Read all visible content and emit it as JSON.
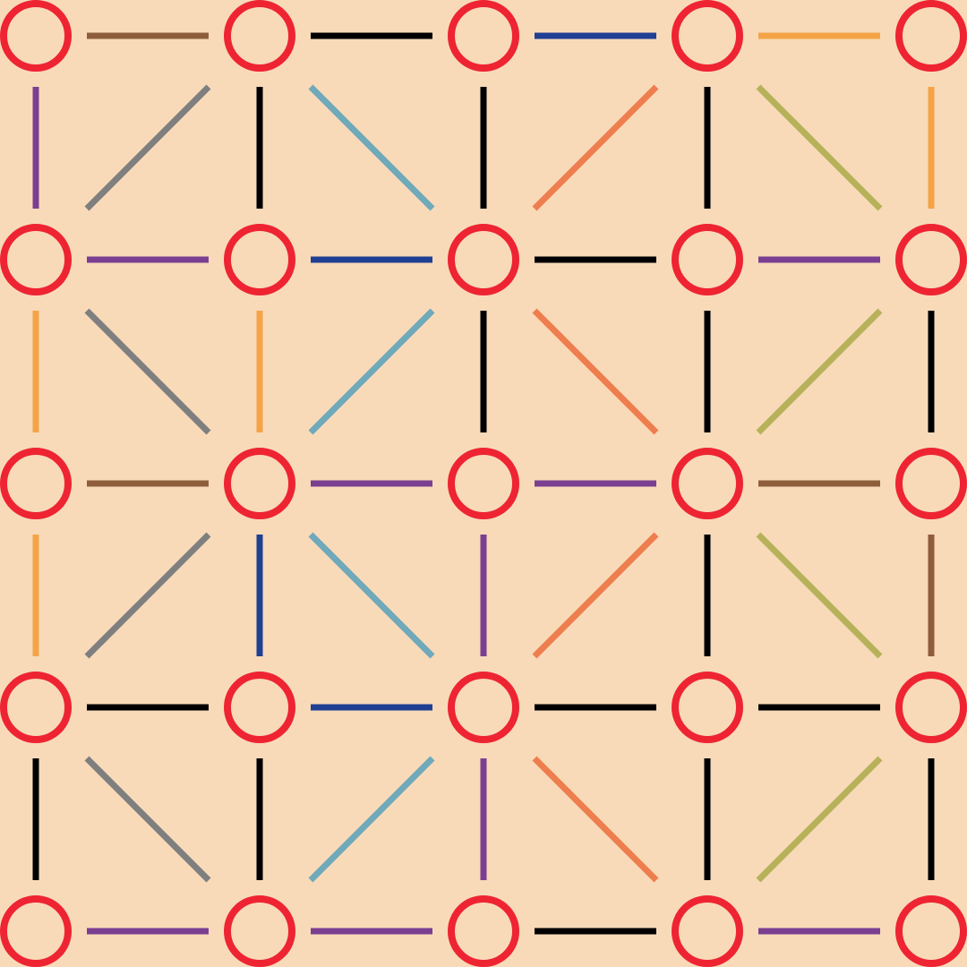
{
  "background": "#F8DAB9",
  "node_color": "#EE2433",
  "grid": {
    "rows": 5,
    "cols": 5
  },
  "palette": {
    "brown": "#8E5E3C",
    "black": "#000000",
    "blue": "#1F3F93",
    "orange": "#F4A446",
    "purple": "#7B3F91",
    "gray": "#7F7F7F",
    "teal": "#6FA9BA",
    "coral": "#EE7E4E",
    "olive": "#B7B25A"
  },
  "edges": {
    "h": [
      [
        "brown",
        "black",
        "blue",
        "orange"
      ],
      [
        "purple",
        "blue",
        "black",
        "purple"
      ],
      [
        "brown",
        "purple",
        "purple",
        "brown"
      ],
      [
        "black",
        "blue",
        "black",
        "black"
      ],
      [
        "purple",
        "purple",
        "black",
        "purple"
      ]
    ],
    "v": [
      [
        "purple",
        "black",
        "black",
        "black",
        "orange"
      ],
      [
        "orange",
        "orange",
        "black",
        "black",
        "black"
      ],
      [
        "orange",
        "blue",
        "purple",
        "black",
        "brown"
      ],
      [
        "black",
        "black",
        "purple",
        "black",
        "black"
      ]
    ],
    "d": [
      [
        {
          "dir": "anti",
          "color": "gray"
        },
        {
          "dir": "main",
          "color": "teal"
        },
        {
          "dir": "anti",
          "color": "coral"
        },
        {
          "dir": "main",
          "color": "olive"
        }
      ],
      [
        {
          "dir": "main",
          "color": "gray"
        },
        {
          "dir": "anti",
          "color": "teal"
        },
        {
          "dir": "main",
          "color": "coral"
        },
        {
          "dir": "anti",
          "color": "olive"
        }
      ],
      [
        {
          "dir": "anti",
          "color": "gray"
        },
        {
          "dir": "main",
          "color": "teal"
        },
        {
          "dir": "anti",
          "color": "coral"
        },
        {
          "dir": "main",
          "color": "olive"
        }
      ],
      [
        {
          "dir": "main",
          "color": "gray"
        },
        {
          "dir": "anti",
          "color": "teal"
        },
        {
          "dir": "main",
          "color": "coral"
        },
        {
          "dir": "anti",
          "color": "olive"
        }
      ]
    ]
  }
}
